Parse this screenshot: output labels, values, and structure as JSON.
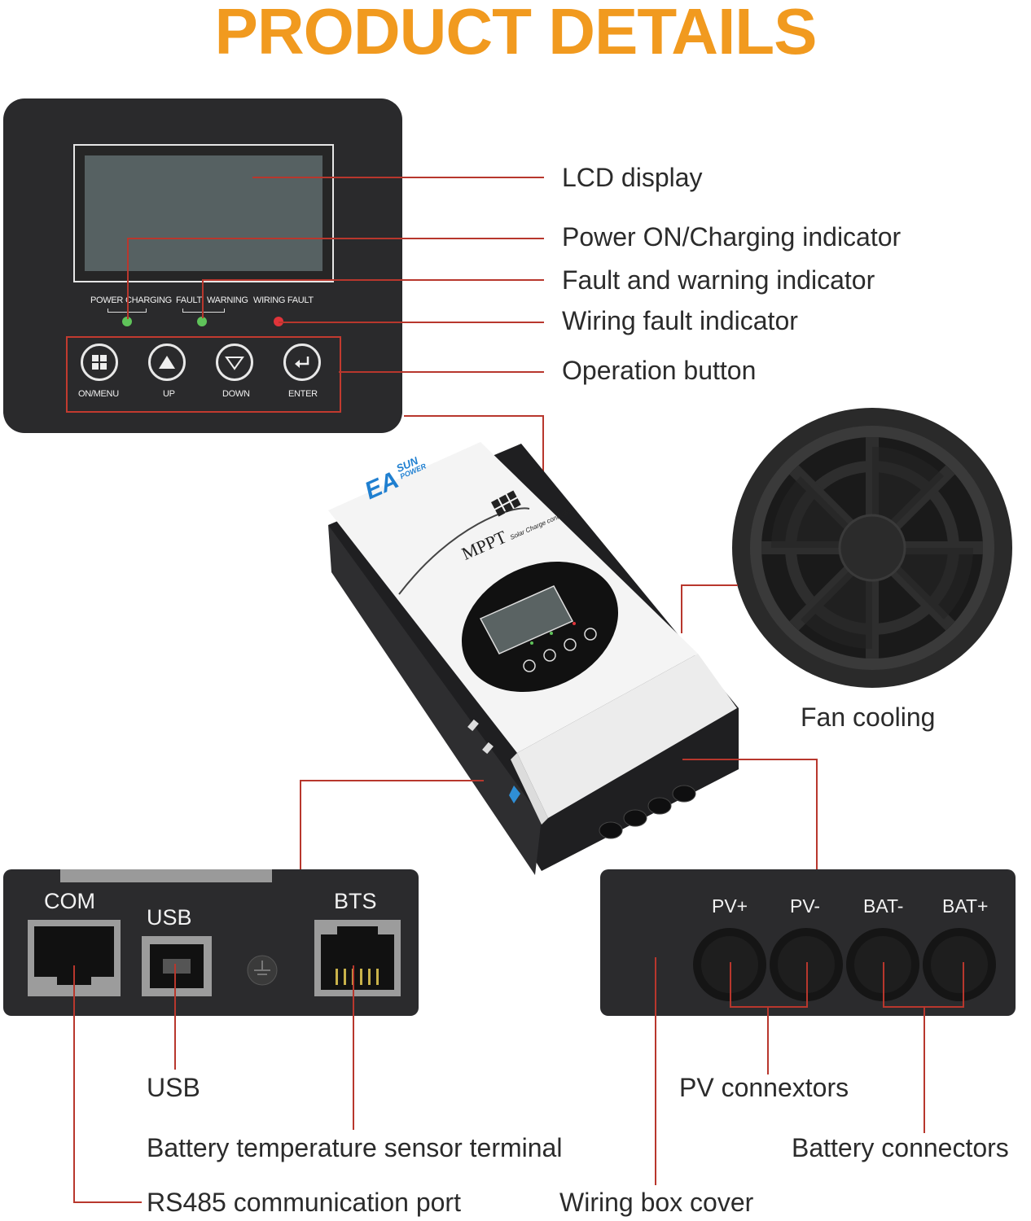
{
  "title": "PRODUCT DETAILS",
  "panel": {
    "indicators": [
      "POWER",
      "CHARGING",
      "FAULT",
      "WARNING",
      "WIRING FAULT"
    ],
    "buttons": [
      "ON/MENU",
      "UP",
      "DOWN",
      "ENTER"
    ]
  },
  "device": {
    "brand": "EA",
    "brand_sub": "SUN",
    "brand_sub2": "POWER",
    "model": "MPPT",
    "model_sub": "Solar Charge controller"
  },
  "ports": {
    "com": "COM",
    "usb": "USB",
    "bts": "BTS"
  },
  "connectors": [
    "PV+",
    "PV-",
    "BAT-",
    "BAT+"
  ],
  "callouts": {
    "lcd": "LCD display",
    "power_charging": "Power ON/Charging indicator",
    "fault_warning": "Fault and warning indicator",
    "wiring_fault": "Wiring fault indicator",
    "operation": "Operation button",
    "fan": "Fan cooling",
    "usb": "USB",
    "bts": "Battery temperature sensor terminal",
    "rs485": "RS485 communication port",
    "pv": "PV connextors",
    "battery": "Battery connectors",
    "wiring_box": "Wiring box cover"
  },
  "colors": {
    "title": "#f19a1f",
    "callout_line": "#b8372d",
    "led_green": "#5fc35a",
    "led_red": "#e0343a",
    "brand_blue": "#1f7fd0"
  }
}
